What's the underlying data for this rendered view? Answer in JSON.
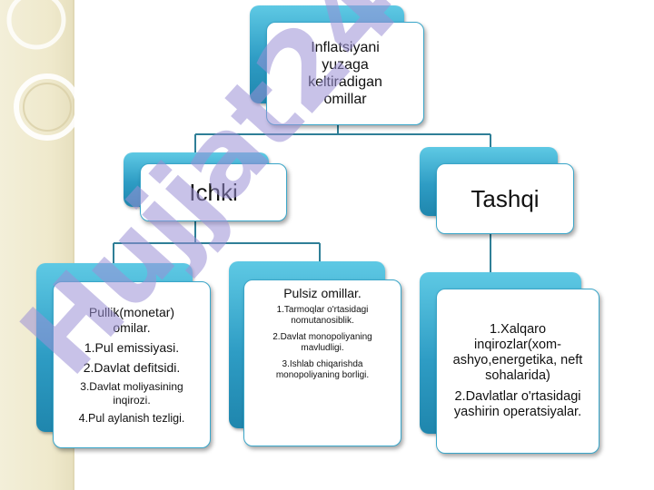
{
  "diagram": {
    "root": {
      "label": "Inflatsiyani yuzaga keltiradigan omillar"
    },
    "branches": [
      {
        "label": "Ichki",
        "children": [
          {
            "title": "Pullik(monetar) omilar.",
            "items": [
              "1.Pul emissiyasi.",
              "2.Davlat defitsidi.",
              "3.Davlat moliyasining inqirozi.",
              "4.Pul aylanish tezligi."
            ]
          },
          {
            "title": "Pulsiz  omillar.",
            "items": [
              "1.Tarmoqlar o'rtasidagi nomutanosiblik.",
              "2.Davlat monopoliyaning mavludligi.",
              "3.Ishlab chiqarishda monopoliyaning borligi."
            ]
          }
        ]
      },
      {
        "label": "Tashqi",
        "children": [
          {
            "title": "",
            "items": [
              "1.Xalqaro inqirozlar(xom-ashyo,energetika, neft sohalarida)",
              "2.Davlatlar o'rtasidagi yashirin operatsiyalar."
            ]
          }
        ]
      }
    ]
  },
  "watermark": {
    "text": "Hujjat24",
    "color": "#9b8fd6"
  },
  "colors": {
    "accent": "#2e9cc4",
    "connector": "#2f7f97",
    "background_band": "#efe9cc"
  }
}
